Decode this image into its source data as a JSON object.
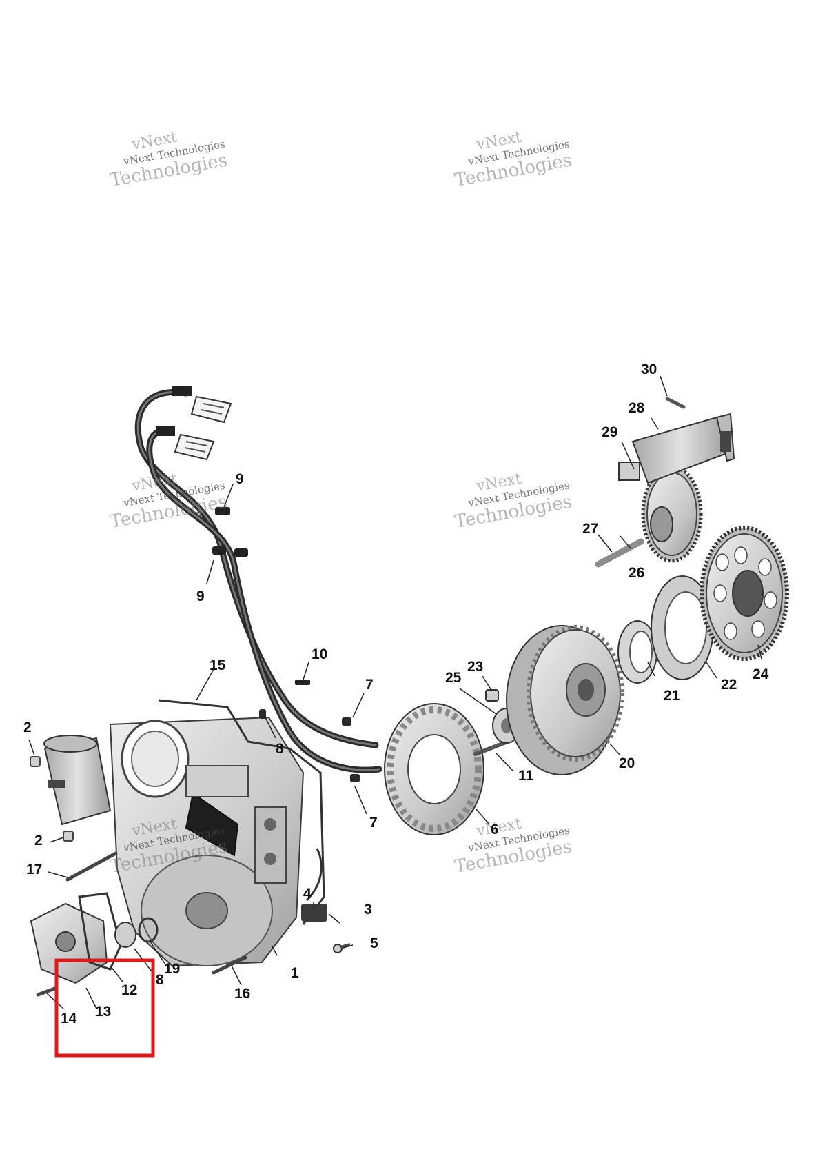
{
  "watermark": {
    "line1": "vNext",
    "line2": "vNext Technologies",
    "line3": "Technologies"
  },
  "callouts": {
    "c1": "1",
    "c2a": "2",
    "c2b": "2",
    "c3": "3",
    "c4": "4",
    "c5": "5",
    "c6": "6",
    "c7a": "7",
    "c7b": "7",
    "c8a": "8",
    "c8b": "8",
    "c9a": "9",
    "c9b": "9",
    "c10": "10",
    "c11": "11",
    "c12": "12",
    "c13": "13",
    "c14": "14",
    "c15": "15",
    "c16": "16",
    "c17": "17",
    "c19": "19",
    "c20": "20",
    "c21": "21",
    "c22": "22",
    "c23": "23",
    "c24": "24",
    "c25": "25",
    "c26": "26",
    "c27": "27",
    "c28": "28",
    "c29": "29",
    "c30": "30"
  },
  "highlight": {
    "color": "#e0191b",
    "covers_callouts": [
      "12",
      "13",
      "14"
    ]
  },
  "colors": {
    "part_fill": "#d4d4d4",
    "part_stroke": "#3a3a3a",
    "harness": "#2b2b2b"
  }
}
